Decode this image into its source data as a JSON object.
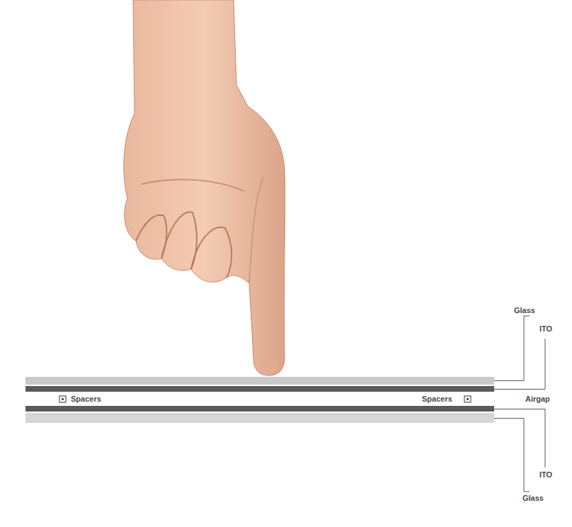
{
  "diagram": {
    "labels": [
      "Glass",
      "ITO",
      "Spacers",
      "Spacers",
      "Airgap",
      "ITO",
      "Glass"
    ]
  }
}
